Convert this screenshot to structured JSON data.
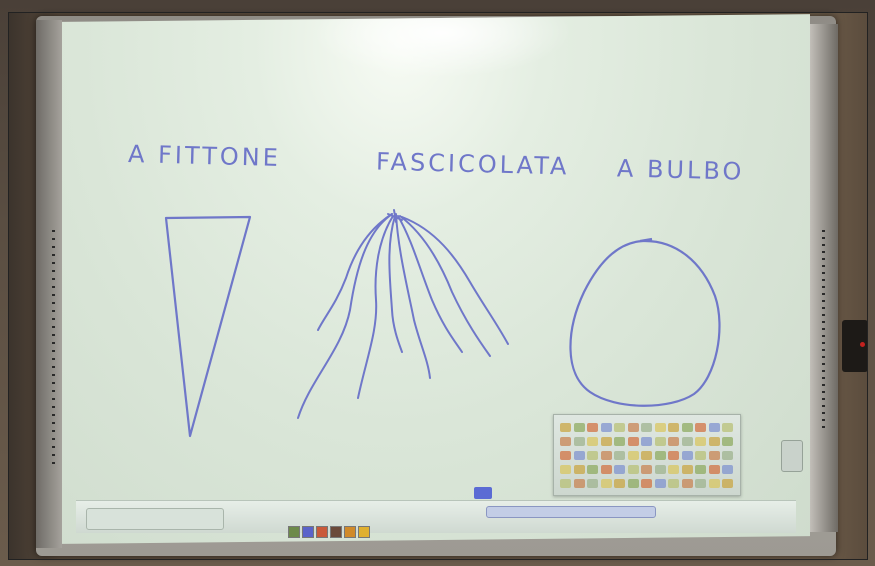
{
  "whiteboard": {
    "labels": {
      "taproot": "A FITTONE",
      "fibrous": "FASCICOLATA",
      "bulb": "A BULBO"
    }
  },
  "colors": {
    "ink": "#6f77c9",
    "screen": "#dae6d8",
    "frame": "#a9a69f"
  }
}
